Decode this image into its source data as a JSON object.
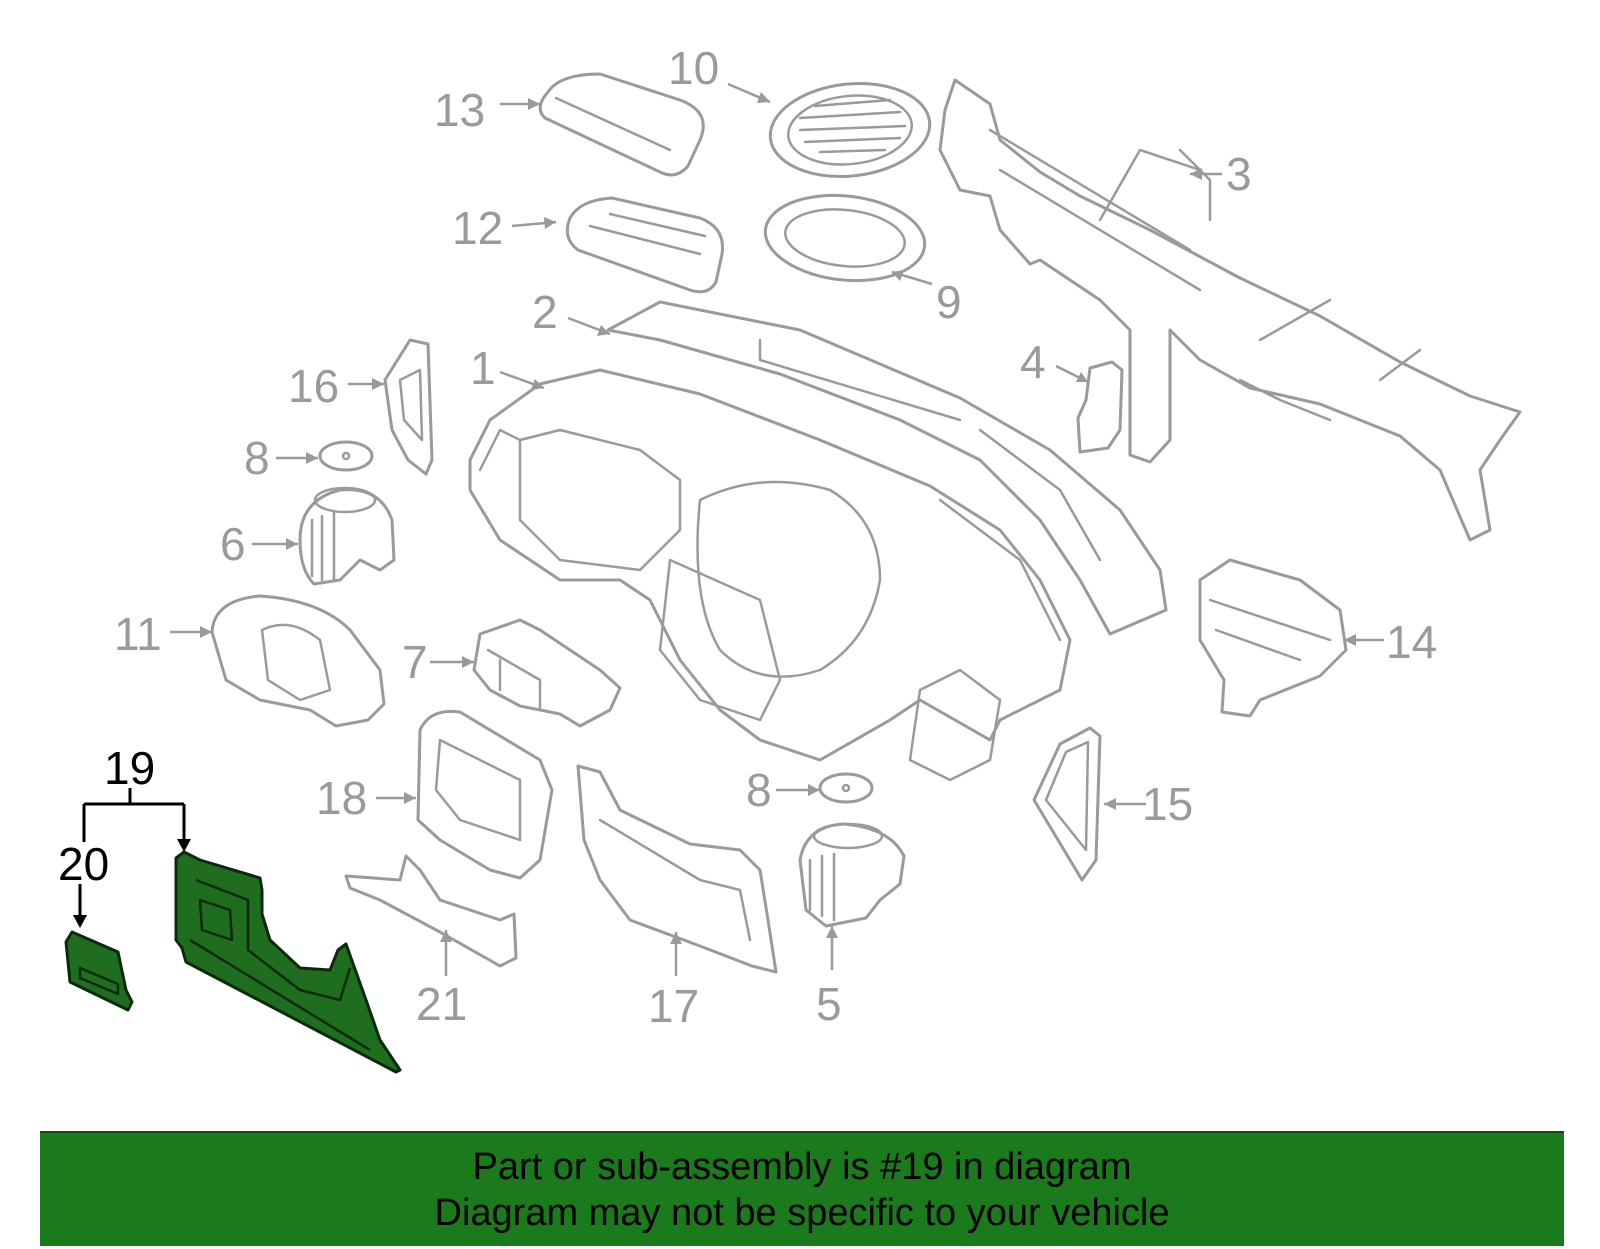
{
  "callouts": [
    {
      "id": "1",
      "label": "1"
    },
    {
      "id": "2",
      "label": "2"
    },
    {
      "id": "3",
      "label": "3"
    },
    {
      "id": "4",
      "label": "4"
    },
    {
      "id": "5",
      "label": "5"
    },
    {
      "id": "6",
      "label": "6"
    },
    {
      "id": "7",
      "label": "7"
    },
    {
      "id": "8a",
      "label": "8"
    },
    {
      "id": "8b",
      "label": "8"
    },
    {
      "id": "9",
      "label": "9"
    },
    {
      "id": "10",
      "label": "10"
    },
    {
      "id": "11",
      "label": "11"
    },
    {
      "id": "12",
      "label": "12"
    },
    {
      "id": "13",
      "label": "13"
    },
    {
      "id": "14",
      "label": "14"
    },
    {
      "id": "15",
      "label": "15"
    },
    {
      "id": "16",
      "label": "16"
    },
    {
      "id": "17",
      "label": "17"
    },
    {
      "id": "18",
      "label": "18"
    },
    {
      "id": "19",
      "label": "19"
    },
    {
      "id": "20",
      "label": "20"
    },
    {
      "id": "21",
      "label": "21"
    }
  ],
  "highlighted_part": "19",
  "colors": {
    "highlight_fill": "#1f6e1f",
    "banner_background": "#1b7a1b",
    "part_outline": "#9a9a9a"
  },
  "banner": {
    "line1": "Part or sub-assembly is #19 in diagram",
    "line2": "Diagram may not be specific to your vehicle"
  }
}
